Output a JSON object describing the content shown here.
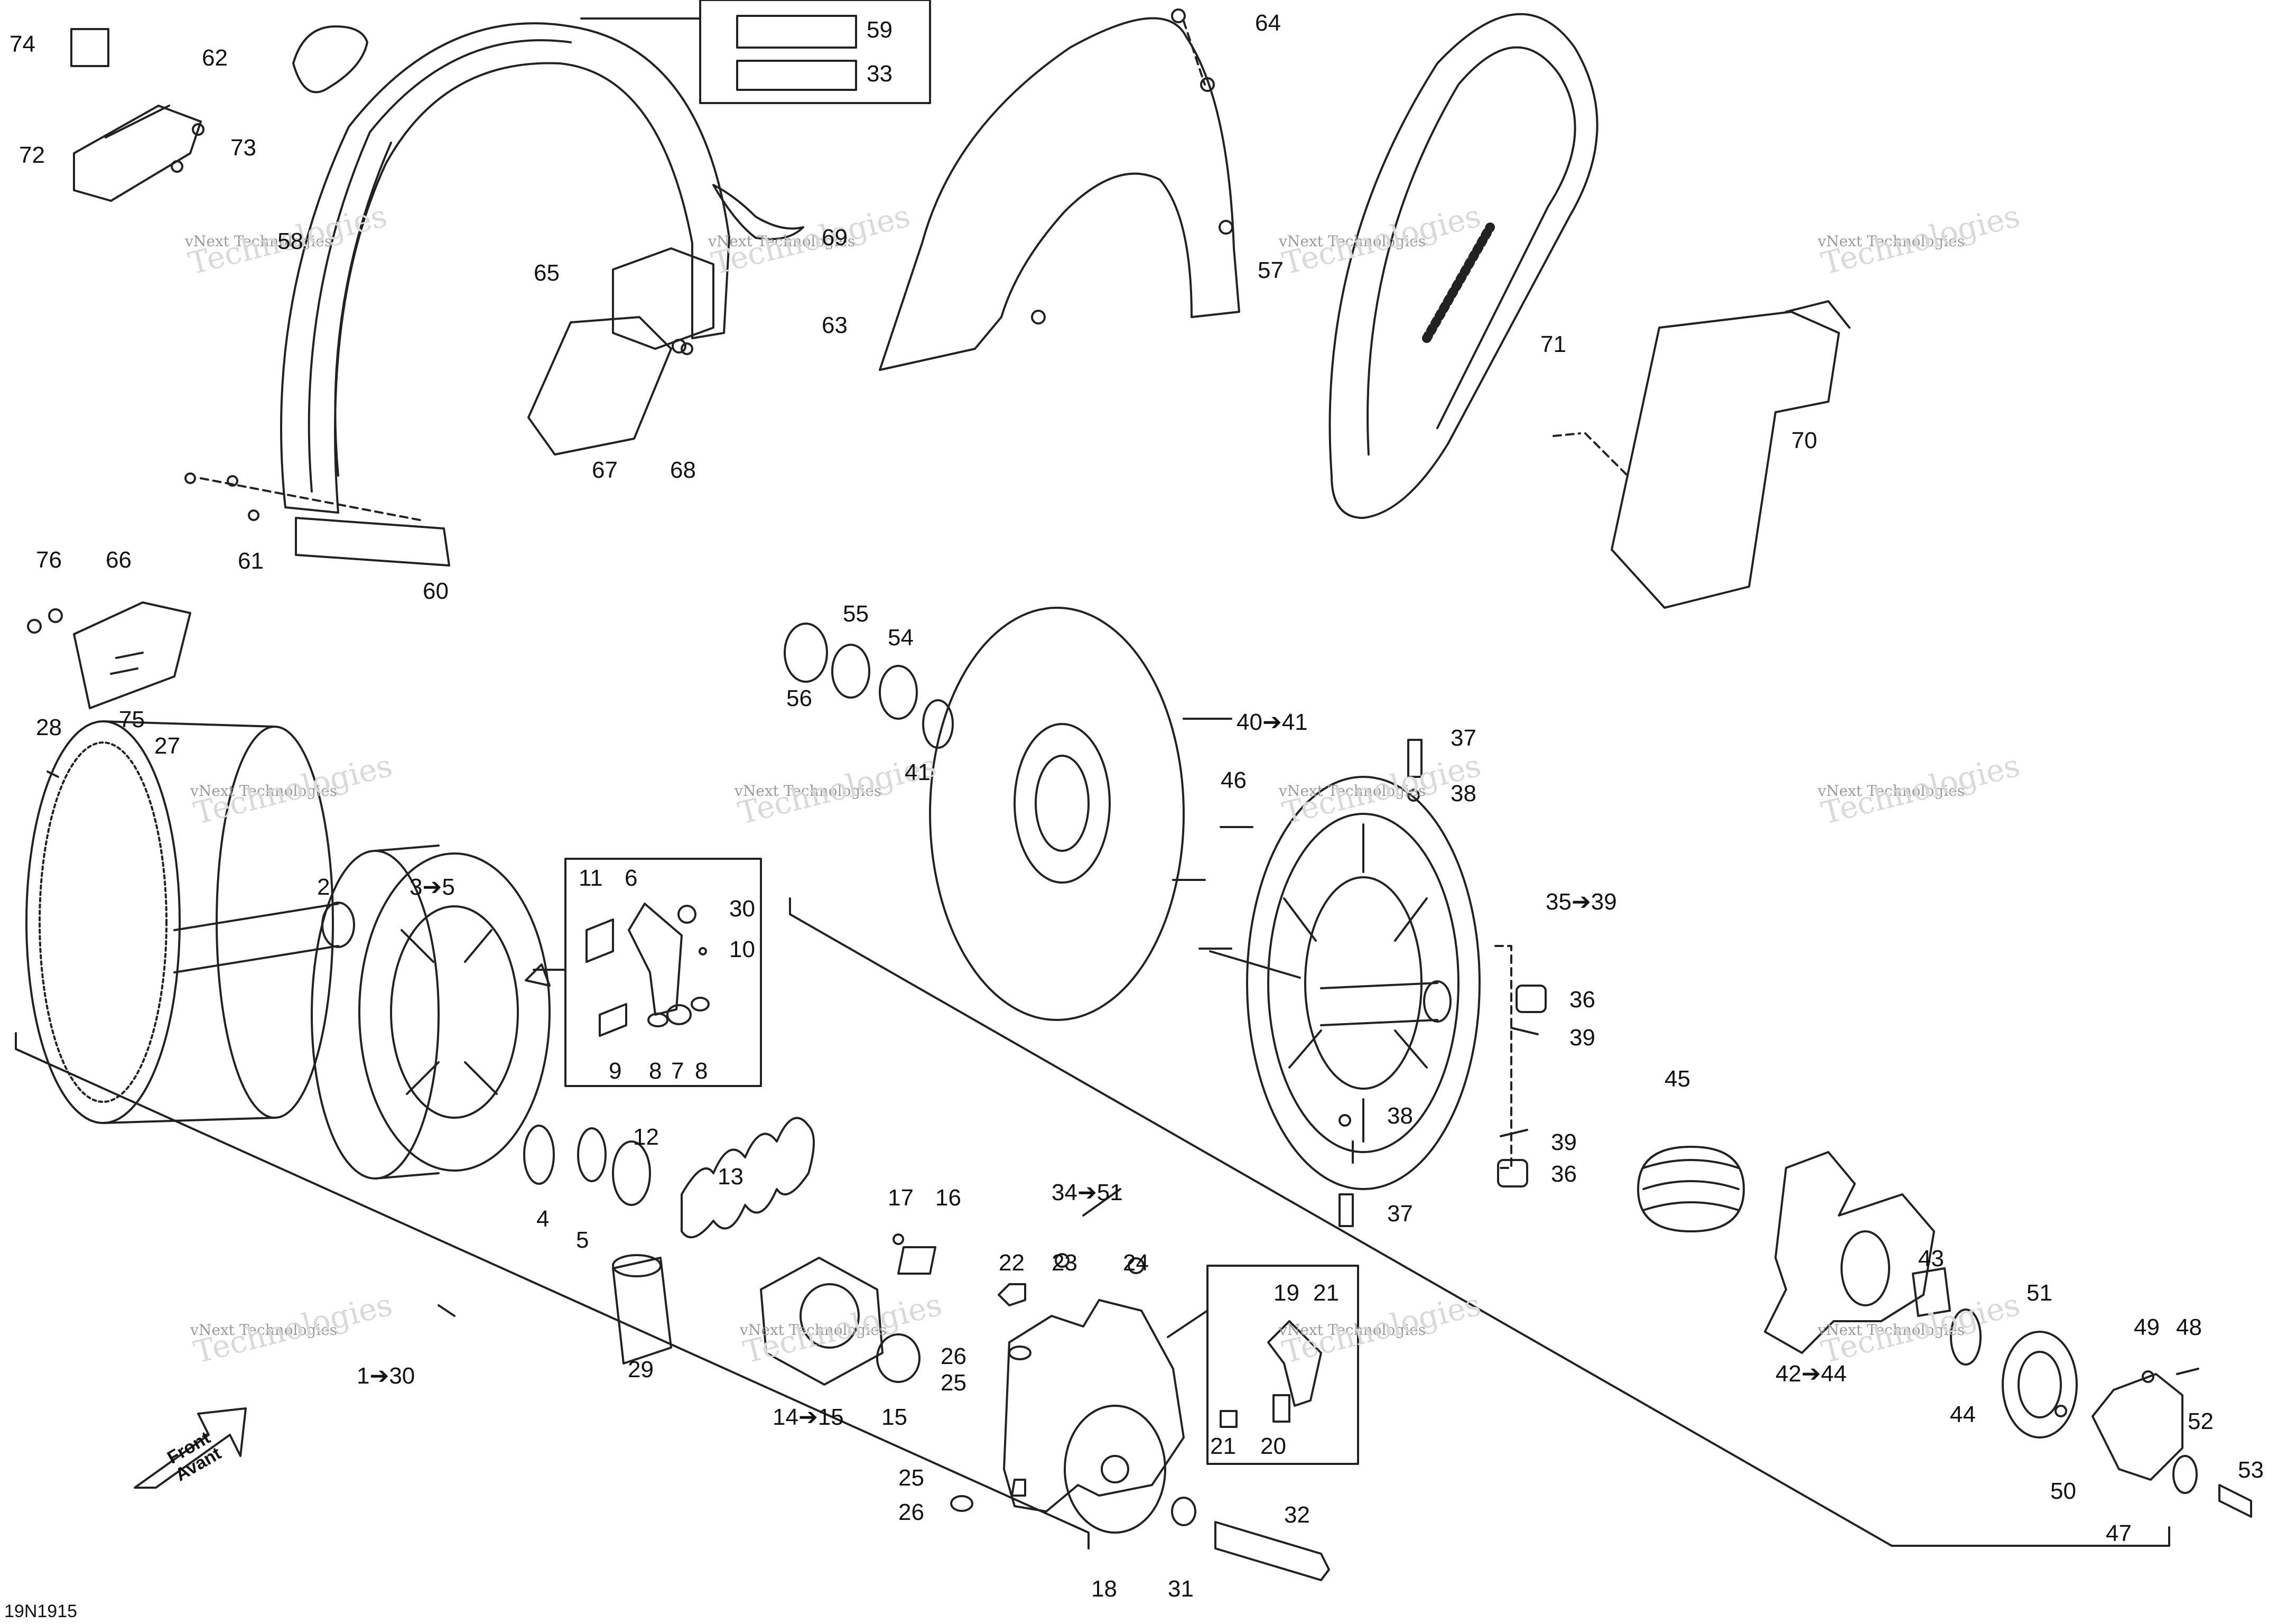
{
  "diagram_code": "19N1915",
  "front_label": {
    "line1": "Front",
    "line2": "Avant"
  },
  "watermark": {
    "line1": "vNext Technologies",
    "line2": "Technologies"
  },
  "callouts": [
    "74",
    "62",
    "72",
    "73",
    "58",
    "59",
    "33",
    "65",
    "67",
    "68",
    "61",
    "60",
    "64",
    "69",
    "63",
    "57",
    "71",
    "70",
    "76",
    "66",
    "75",
    "28",
    "27",
    "2",
    "3➔5",
    "11",
    "6",
    "30",
    "10",
    "9",
    "8",
    "7",
    "8",
    "56",
    "55",
    "54",
    "41",
    "40➔41",
    "46",
    "37",
    "38",
    "35➔39",
    "36",
    "39",
    "39",
    "36",
    "38",
    "37",
    "4",
    "5",
    "12",
    "13",
    "29",
    "17",
    "16",
    "14➔15",
    "15",
    "1➔30",
    "22",
    "23",
    "24",
    "26",
    "25",
    "25",
    "26",
    "18",
    "31",
    "32",
    "19",
    "21",
    "21",
    "20",
    "34➔51",
    "45",
    "43",
    "42➔44",
    "44",
    "51",
    "49",
    "48",
    "50",
    "52",
    "47",
    "53"
  ]
}
